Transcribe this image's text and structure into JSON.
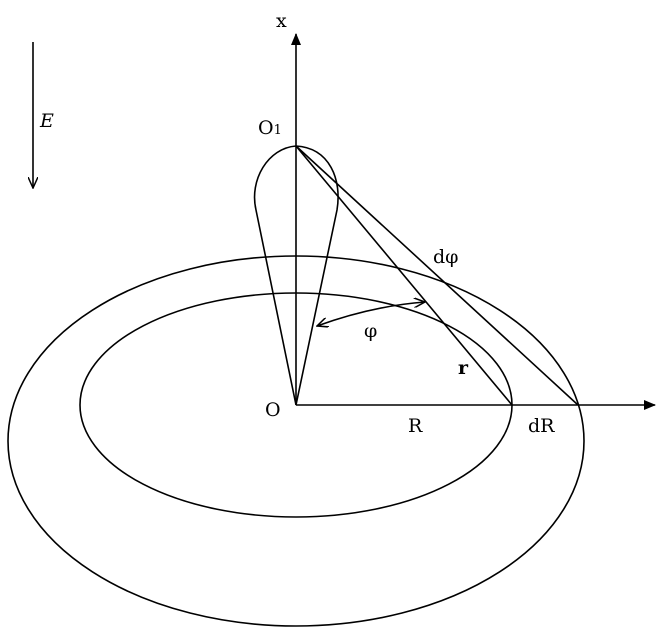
{
  "diagram": {
    "labels": {
      "field": "E",
      "axis_x": "x",
      "point_top": "O",
      "point_top_sub": "1",
      "origin": "O",
      "radius": "R",
      "radius_increment": "dR",
      "angle_increment": "dφ",
      "angle": "φ",
      "distance": "r"
    },
    "colors": {
      "ink": "#000000",
      "background": "#ffffff"
    }
  }
}
